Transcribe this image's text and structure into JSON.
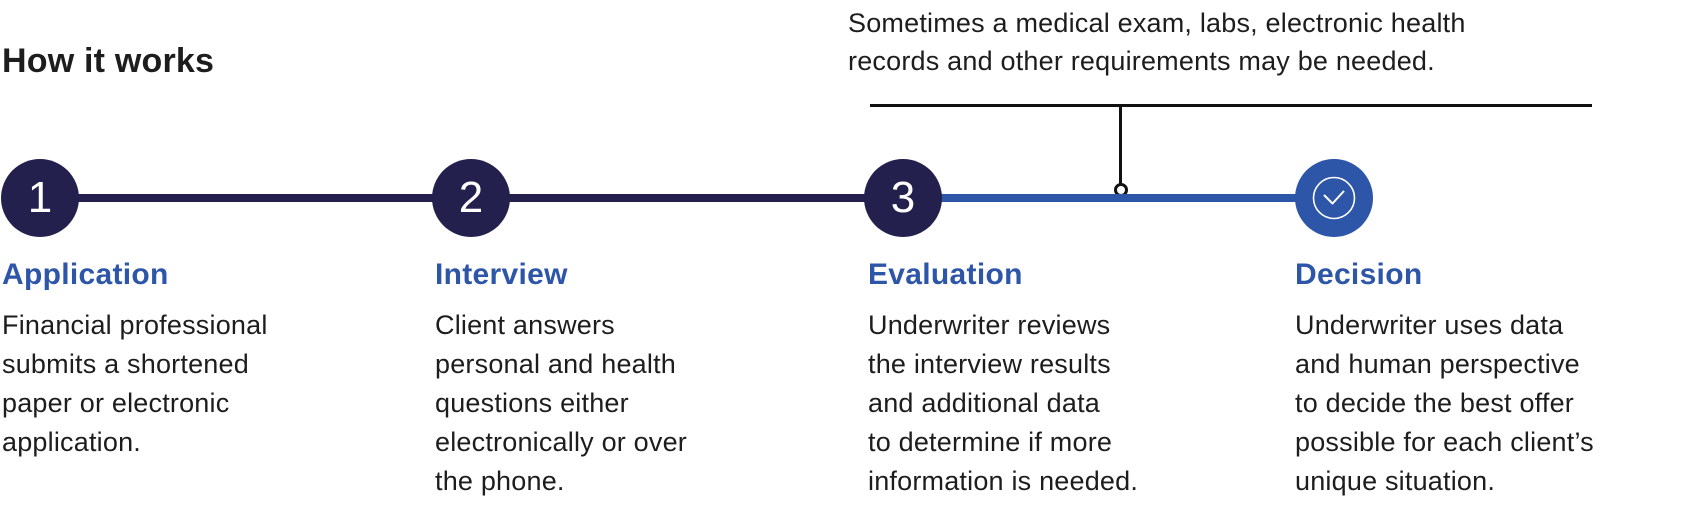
{
  "title": "How it works",
  "callout": {
    "lines": [
      "Sometimes a medical exam, labs, electronic health",
      "records and other requirements may be needed."
    ]
  },
  "timeline": {
    "steps": [
      {
        "marker": "1",
        "heading": "Application",
        "body_lines": [
          "Financial professional",
          "submits a shortened",
          "paper or electronic",
          "application."
        ]
      },
      {
        "marker": "2",
        "heading": "Interview",
        "body_lines": [
          "Client answers",
          "personal and health",
          "questions either",
          "electronically or over",
          "the phone."
        ]
      },
      {
        "marker": "3",
        "heading": "Evaluation",
        "body_lines": [
          "Underwriter reviews",
          "the interview results",
          "and additional data",
          "to determine if more",
          "information is needed."
        ]
      },
      {
        "marker": "checkmark",
        "heading": "Decision",
        "body_lines": [
          "Underwriter uses data",
          "and human perspective",
          "to decide the best offer",
          "possible for each client’s",
          "unique situation."
        ]
      }
    ]
  },
  "colors": {
    "navy": "#23204e",
    "blue": "#2d55a8",
    "text": "#1d1d1e",
    "rule": "#111111"
  }
}
